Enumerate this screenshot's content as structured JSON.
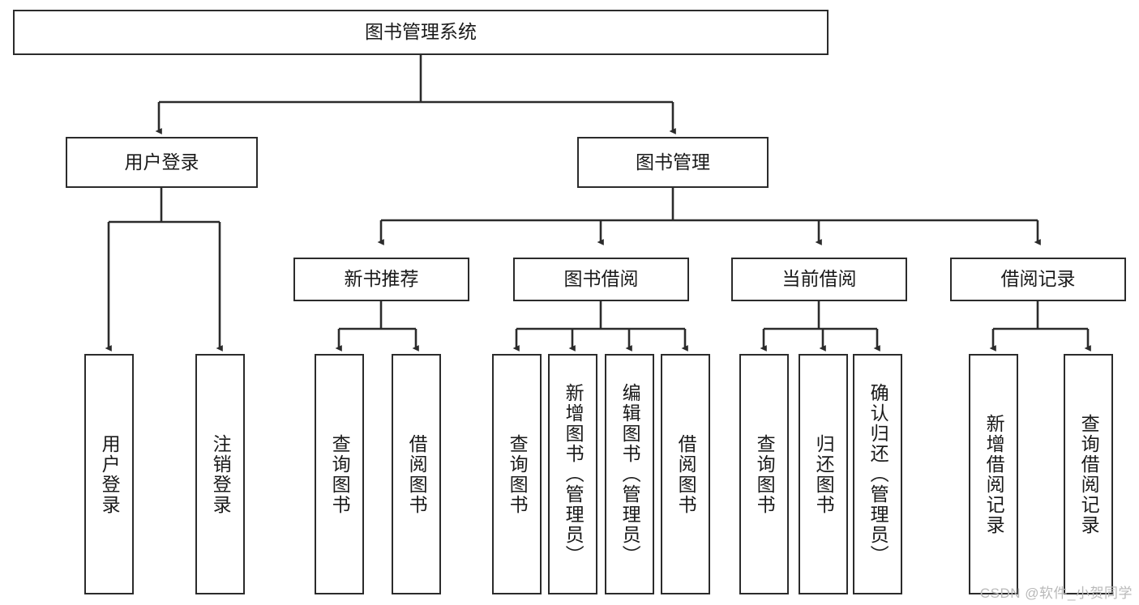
{
  "diagram": {
    "title": "图书管理系统",
    "watermark": "CSDN @软件_小贺同学",
    "stroke_color": "#2b2b2b",
    "background_color": "#ffffff",
    "text_color": "#1a1a1a",
    "nodes": {
      "root": "图书管理系统",
      "level2": {
        "user_login": "用户登录",
        "book_manage": "图书管理"
      },
      "level3": {
        "new_book_rec": "新书推荐",
        "book_borrow": "图书借阅",
        "current_borrow": "当前借阅",
        "borrow_record": "借阅记录"
      },
      "leaves": {
        "user_login_1": "用户登录",
        "user_login_2": "注销登录",
        "new_book_1": "查询图书",
        "new_book_2": "借阅图书",
        "borrow_1": "查询图书",
        "borrow_2": "新增图书（管理员）",
        "borrow_3": "编辑图书（管理员）",
        "borrow_4": "借阅图书",
        "current_1": "查询图书",
        "current_2": "归还图书",
        "current_3": "确认归还（管理员）",
        "record_1": "新增借阅记录",
        "record_2": "查询借阅记录"
      }
    }
  }
}
